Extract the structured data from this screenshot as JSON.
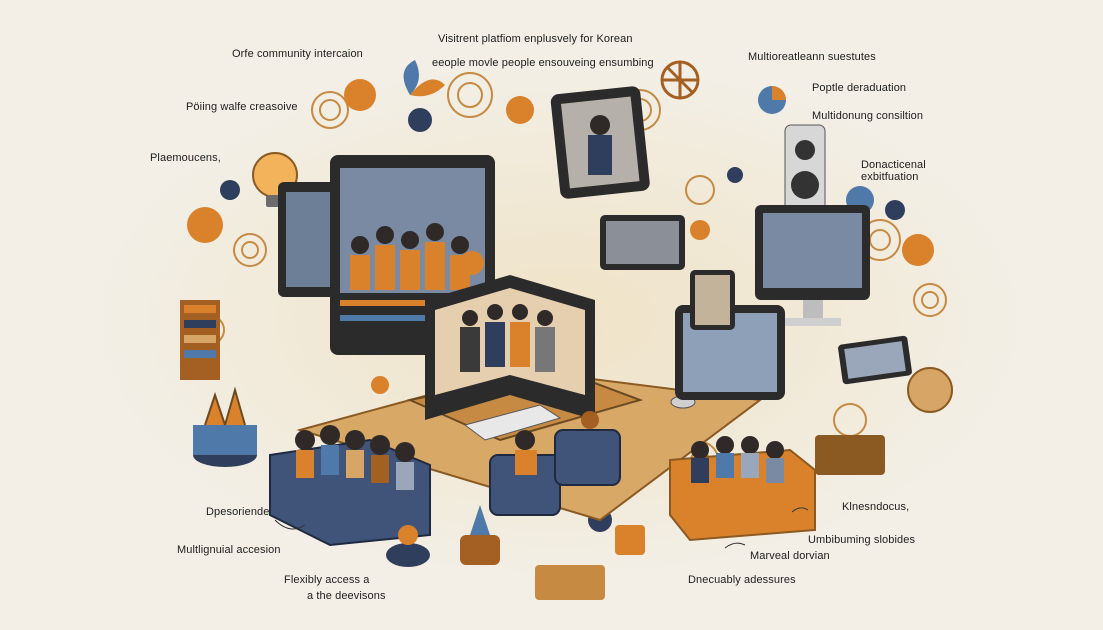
{
  "labels": {
    "top_left": "Orfe community intercaion",
    "top_center_1": "Visitrent platfiom enplusvely for Korean",
    "top_center_2": "eeople movle people ensouveing ensumbing",
    "left_1": "Pöiing walfe creasoive",
    "left_2": "Plaemoucens,",
    "top_right_1": "Multioreatleann suestutes",
    "right_1": "Poptle deraduation",
    "right_2": "Multidonung consiltion",
    "right_3": "Donacticenal",
    "right_4": "exbitfuation",
    "bottom_left_1": "Dpesoriende",
    "bottom_left_2": "Multlignuial accesion",
    "bottom_left_3": "Flexibly access a",
    "bottom_left_4": "a the deevisons",
    "bottom_right_1": "Klnesndocus,",
    "bottom_right_2": "Umbibuming slobides",
    "bottom_right_3": "Marveal dorvian",
    "bottom_right_4": "Dnecuably adessures"
  },
  "colors": {
    "background": "#f3efe6",
    "orange": "#d9822b",
    "navy": "#2f3e5c",
    "tan": "#d7a566",
    "screen_frame": "#2b2b2b"
  },
  "icons": [
    "lightbulb-icon",
    "pie-chart-icon",
    "speaker-icon",
    "gear-wheel-icon",
    "plant-icon"
  ]
}
